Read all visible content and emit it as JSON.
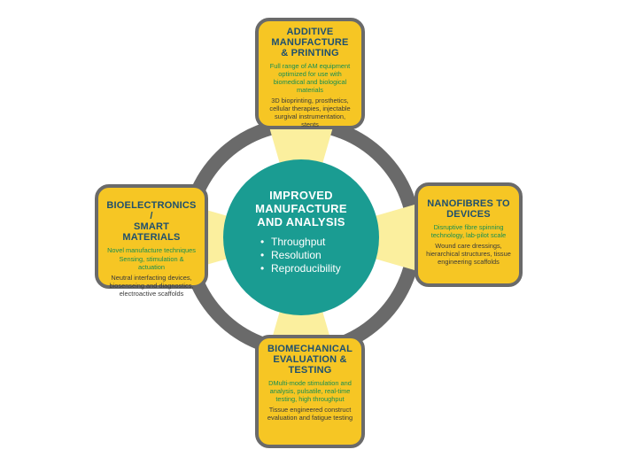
{
  "center": {
    "title_line1": "IMPROVED",
    "title_line2": "MANUFACTURE",
    "title_line3": "AND ANALYSIS",
    "bullet": "•",
    "bullets": [
      "Throughput",
      "Resolution",
      "Reproducibility"
    ]
  },
  "top": {
    "title_line1": "ADDITIVE",
    "title_line2": "MANUFACTURE",
    "title_line3": "& PRINTING",
    "green": "Full range of AM equipment optimized for use with biomedical and biological materials",
    "detail": "3D bioprinting, prosthetics, cellular therapies, injectable surgival instrumentation, stents"
  },
  "left": {
    "title_line1": "BIOELECTRONICS /",
    "title_line2": "SMART MATERIALS",
    "green1": "Novel manufacture techniques",
    "green2": "Sensing, stimulation & actuation",
    "detail": "Neutral interfacting devices, biosenseing and diagnostics, electroactive scaffolds"
  },
  "right": {
    "title_line1": "NANOFIBRES TO",
    "title_line2": "DEVICES",
    "green": "Disruptive fibre spinning technology, lab-pilot scale",
    "detail": "Wound care dressings, hierarchical structures, tissue engineering scaffolds"
  },
  "bottom": {
    "title_line1": "BIOMECHANICAL",
    "title_line2": "EVALUATION &",
    "title_line3": "TESTING",
    "green": "DMulti-mode stimulation and analysis, pulsatile, real-time testing, high throughput",
    "detail": "Tissue engineered construct evaluation and fatigue testing"
  },
  "colors": {
    "ring": "#6a6a6a",
    "box_fill": "#f6c624",
    "beam": "#fbef9e",
    "center_fill": "#1a9c92",
    "title_text": "#1e4f6f",
    "green_text": "#168f52"
  }
}
